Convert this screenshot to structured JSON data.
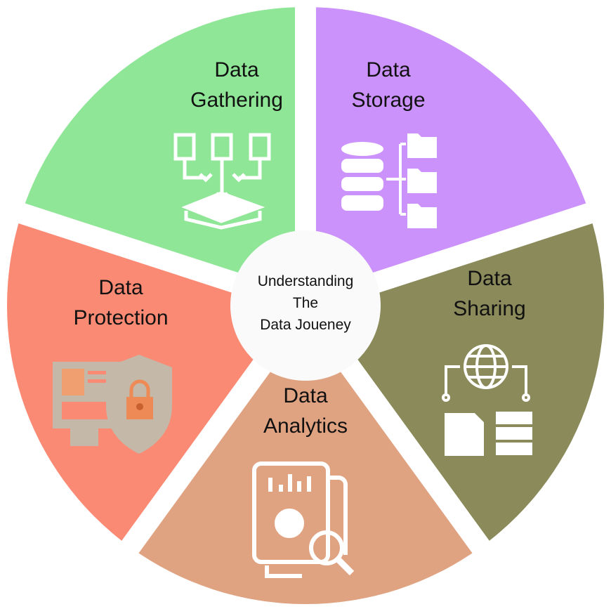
{
  "title": {
    "line1": "Understanding",
    "line2": "The",
    "line3": "Data Joueney"
  },
  "segments": [
    {
      "line1": "Data",
      "line2": "Gathering",
      "color": "#8ee696",
      "icon": "documents-to-inbox-icon"
    },
    {
      "line1": "Data",
      "line2": "Storage",
      "color": "#cb92fb",
      "icon": "database-folders-icon"
    },
    {
      "line1": "Data",
      "line2": "Sharing",
      "color": "#8a8a5a",
      "icon": "globe-share-icon"
    },
    {
      "line1": "Data",
      "line2": "Analytics",
      "color": "#e0a382",
      "icon": "report-magnifier-icon"
    },
    {
      "line1": "Data",
      "line2": "Protection",
      "color": "#fa8a74",
      "icon": "monitor-shield-lock-icon"
    }
  ]
}
